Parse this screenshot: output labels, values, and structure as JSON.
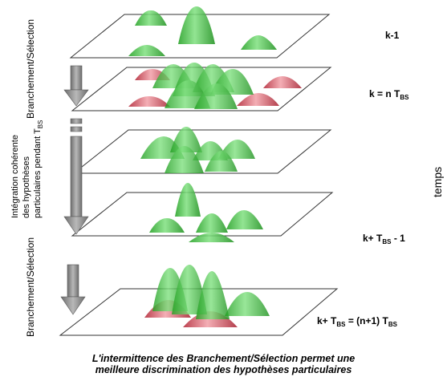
{
  "labels": {
    "branch_top": "Branchement/Sélection",
    "branch_bottom": "Branchement/Sélection",
    "integration_l1": "Intégration cohérente",
    "integration_l2": "des hypothèses",
    "integration_l3": "particulaires pendant T",
    "integration_sub": "BS",
    "time_axis": "temps"
  },
  "planes": [
    {
      "id": "k-1",
      "label_main": "k-1",
      "label_sub": "",
      "label_tail": ""
    },
    {
      "id": "k-nT",
      "label_main": "k = n T",
      "label_sub": "BS",
      "label_tail": ""
    },
    {
      "id": "mid",
      "label_main": "",
      "label_sub": "",
      "label_tail": ""
    },
    {
      "id": "k+T-1",
      "label_main": "k+ T",
      "label_sub": "BS",
      "label_tail": " - 1"
    },
    {
      "id": "k+T",
      "label_main": "k+ T",
      "label_sub": "BS",
      "label_tail": " = (n+1) T",
      "label_sub2": "BS"
    }
  ],
  "caption": {
    "line1": "L'intermittence des Branchement/Sélection permet une",
    "line2": "meilleure discrimination des hypothèses particulaires"
  },
  "colors": {
    "green": "#2fbf2f",
    "red": "#c83040",
    "arrow": "#8a8a8a",
    "plane_edge": "#333333"
  }
}
